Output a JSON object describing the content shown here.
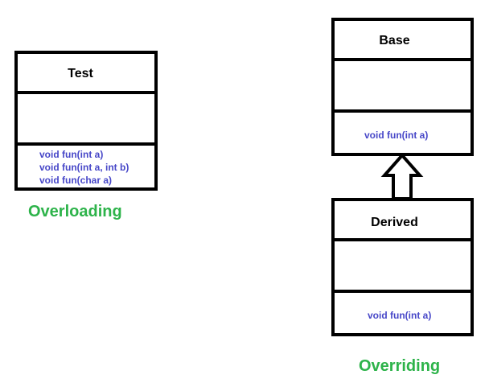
{
  "overloading": {
    "class_name": "Test",
    "methods": [
      "void fun(int a)",
      "void fun(int a, int b)",
      "void fun(char a)"
    ],
    "caption": "Overloading"
  },
  "overriding": {
    "base": {
      "class_name": "Base",
      "methods": [
        "void fun(int a)"
      ]
    },
    "derived": {
      "class_name": "Derived",
      "methods": [
        "void fun(int a)"
      ]
    },
    "caption": "Overriding"
  },
  "colors": {
    "border": "#000000",
    "method_text": "#4747c8",
    "caption_text": "#2db34a"
  },
  "icons": {
    "inheritance": "hollow-up-arrow-icon"
  }
}
